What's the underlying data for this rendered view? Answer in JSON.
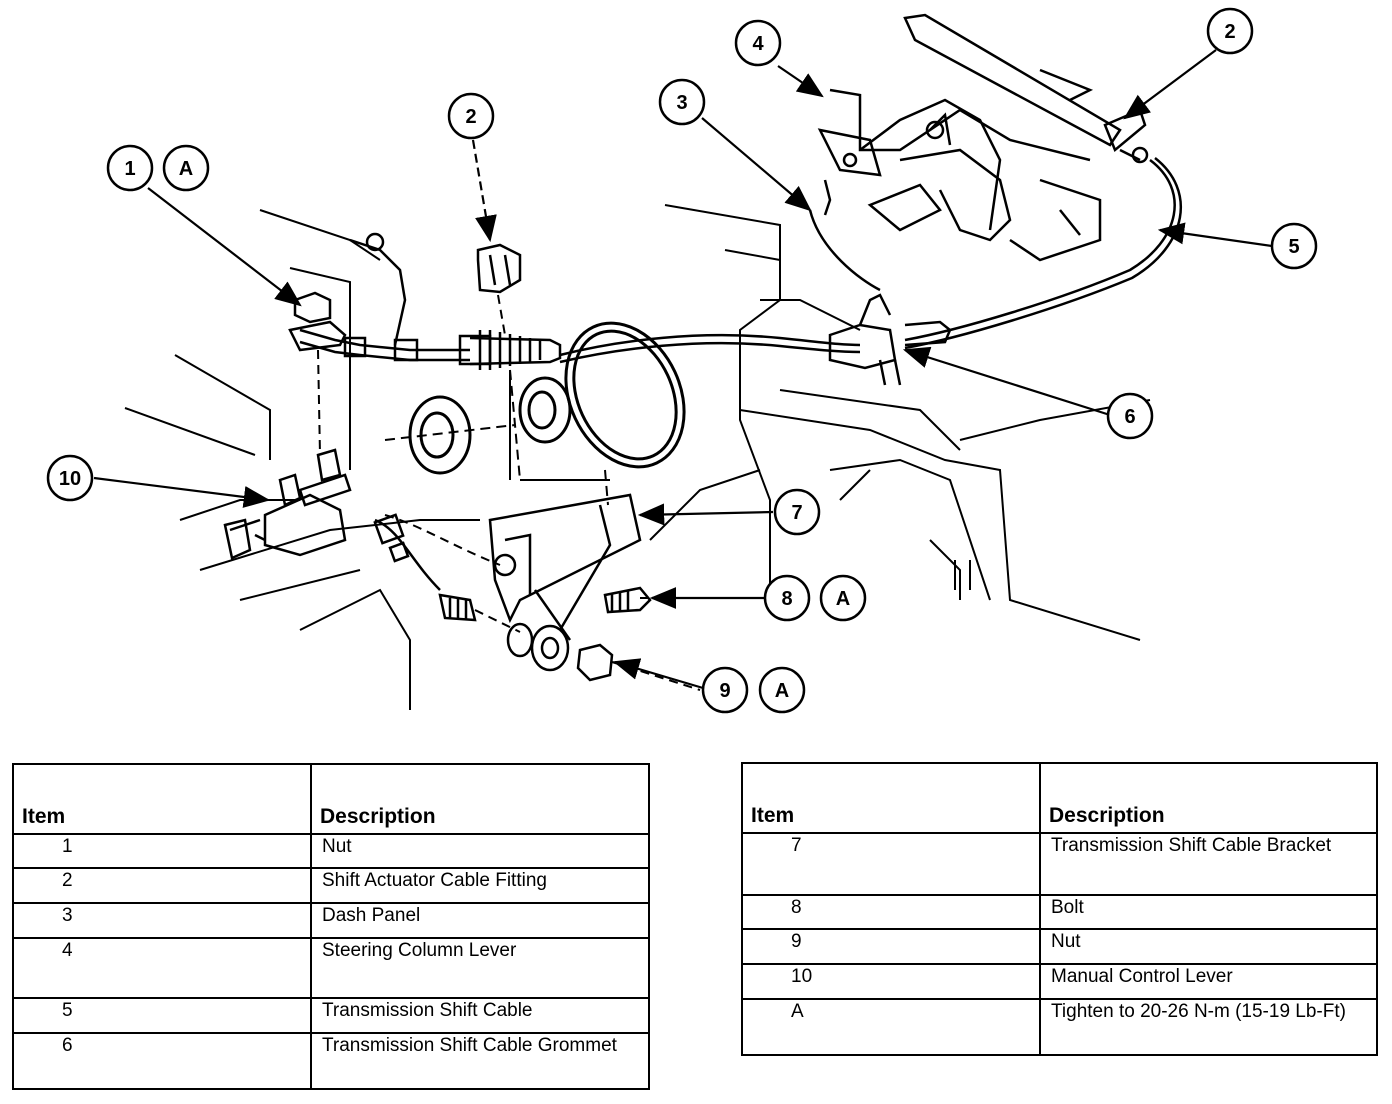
{
  "callouts": [
    {
      "id": "c1",
      "text": "1"
    },
    {
      "id": "c1a",
      "text": "A"
    },
    {
      "id": "c2a",
      "text": "2"
    },
    {
      "id": "c2b",
      "text": "2"
    },
    {
      "id": "c3",
      "text": "3"
    },
    {
      "id": "c4",
      "text": "4"
    },
    {
      "id": "c5",
      "text": "5"
    },
    {
      "id": "c6",
      "text": "6"
    },
    {
      "id": "c7",
      "text": "7"
    },
    {
      "id": "c8",
      "text": "8"
    },
    {
      "id": "c8a",
      "text": "A"
    },
    {
      "id": "c9",
      "text": "9"
    },
    {
      "id": "c9a",
      "text": "A"
    },
    {
      "id": "c10",
      "text": "10"
    }
  ],
  "table_left": {
    "header_item": "Item",
    "header_description": "Description",
    "rows": [
      {
        "item": "1",
        "description": "Nut"
      },
      {
        "item": "2",
        "description": "Shift Actuator Cable Fitting"
      },
      {
        "item": "3",
        "description": "Dash Panel"
      },
      {
        "item": "4",
        "description": "Steering Column Lever"
      },
      {
        "item": "5",
        "description": "Transmission Shift Cable"
      },
      {
        "item": "6",
        "description": "Transmission Shift Cable Grommet"
      }
    ]
  },
  "table_right": {
    "header_item": "Item",
    "header_description": "Description",
    "rows": [
      {
        "item": "7",
        "description": "Transmission Shift Cable Bracket"
      },
      {
        "item": "8",
        "description": "Bolt"
      },
      {
        "item": "9",
        "description": "Nut"
      },
      {
        "item": "10",
        "description": "Manual Control Lever"
      },
      {
        "item": "A",
        "description": "Tighten to 20-26 N-m (15-19 Lb-Ft)"
      }
    ]
  }
}
